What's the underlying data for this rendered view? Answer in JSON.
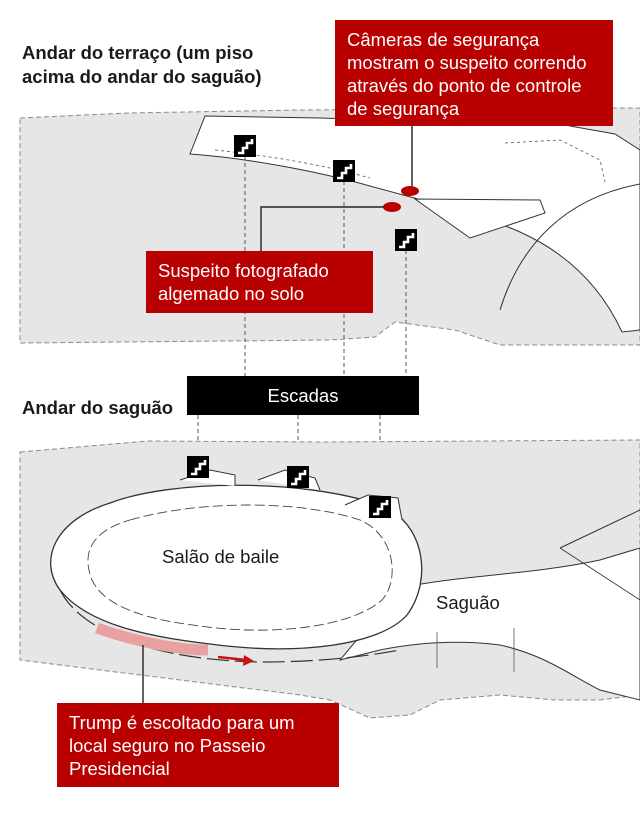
{
  "floors": {
    "terrace": "Andar do terraço (um piso acima do andar do saguão)",
    "lobby": "Andar do saguão"
  },
  "callouts": {
    "cameras": "Câmeras de segurança mostram o suspeito correndo através do ponto de controle de segurança",
    "suspect": "Suspeito fotografado algemado no solo",
    "trump": "Trump é escoltado para um local seguro no Passeio Presidencial"
  },
  "stairs_label": "Escadas",
  "rooms": {
    "ballroom": "Salão de baile",
    "lobby": "Saguão"
  },
  "icons": [
    "stairs-icon"
  ],
  "colors": {
    "accent": "#b80000",
    "building_fill": "#e6e6e6",
    "building_outline": "#7a7a7a",
    "route": "#e8a0a0",
    "route_arrow": "#cc1111"
  }
}
